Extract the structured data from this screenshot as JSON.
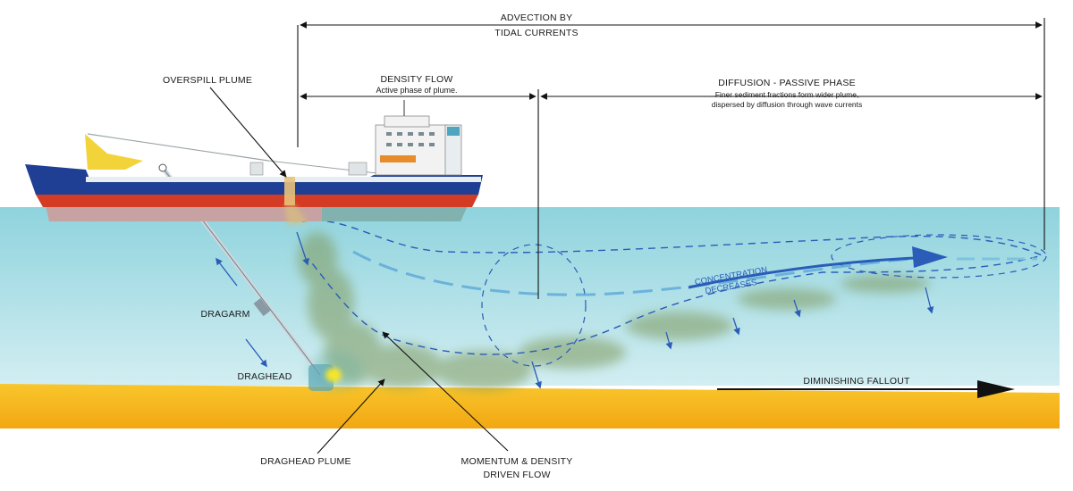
{
  "labels": {
    "advection_line1": "ADVECTION BY",
    "advection_line2": "TIDAL CURRENTS",
    "overspill_plume": "OVERSPILL PLUME",
    "density_flow": "DENSITY FLOW",
    "density_flow_sub": "Active phase of plume.",
    "diffusion": "DIFFUSION - PASSIVE PHASE",
    "diffusion_sub1": "Finer sediment fractions form wider plume,",
    "diffusion_sub2": "dispersed by diffusion through wave currents",
    "concentration_line1": "CONCENTRATION",
    "concentration_line2": "DECREASES",
    "dragarm": "DRAGARM",
    "draghead": "DRAGHEAD",
    "diminishing_fallout": "DIMINISHING FALLOUT",
    "draghead_plume": "DRAGHEAD PLUME",
    "momentum_line1": "MOMENTUM & DENSITY",
    "momentum_line2": "DRIVEN FLOW"
  },
  "colors": {
    "sea_top": "#8fd3dd",
    "sea_bottom": "#c4e9ee",
    "seabed": "#f6b41a",
    "hull_blue": "#1f3f94",
    "hull_red": "#d43b24",
    "plume": "#7f9a5c",
    "arrow_blue": "#2a5cb8"
  }
}
